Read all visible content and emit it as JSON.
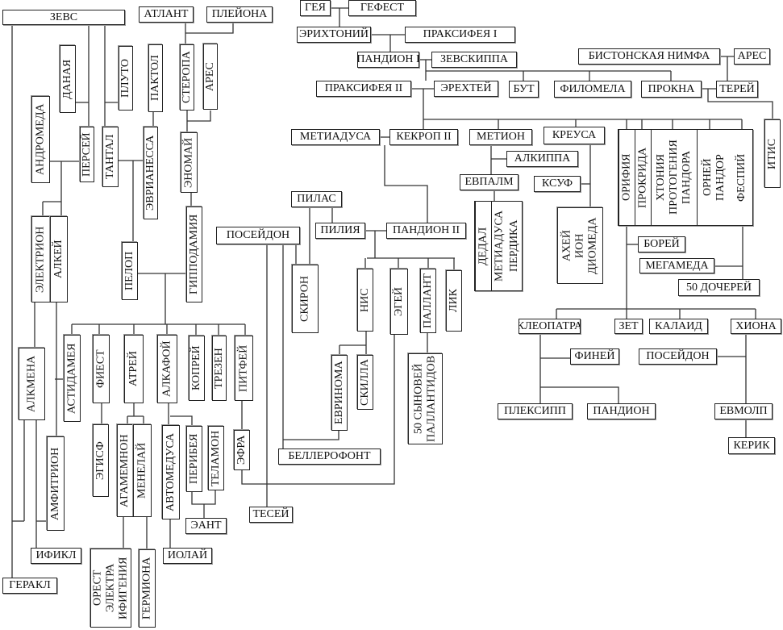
{
  "title": "Генеалогическое древо",
  "nodes": {
    "zevs": "ЗЕВС",
    "atlant": "АТЛАНТ",
    "pleiona": "ПЛЕЙОНА",
    "geya": "ГЕЯ",
    "gefest": "ГЕФЕСТ",
    "erihtoniy": "ЭРИХТОНИЙ",
    "praksifeya1": "ПРАКСИФЕЯ I",
    "pandion1": "ПАНДИОН I",
    "zevskippa": "ЗЕВСКИППА",
    "praksifeya2": "ПРАКСИФЕЯ II",
    "erehtey": "ЭРЕХТЕЙ",
    "but": "БУТ",
    "filomela": "ФИЛОМЕЛА",
    "prokna": "ПРОКНА",
    "terey": "ТЕРЕЙ",
    "bistonskaya": "БИСТОНСКАЯ НИМФА",
    "ares_r": "АРЕС",
    "itis": "ИТИС",
    "metiadusa": "МЕТИАДУСА",
    "kekrop2": "КЕКРОП II",
    "metion": "МЕТИОН",
    "kreusa": "КРЕУСА",
    "orifiya": "ОРИФИЯ",
    "prokrida": "ПРОКРИДА",
    "htoniya_group": [
      "ХТОНИЯ",
      "ПРОТОГЕНИЯ",
      "ПАНДОРА"
    ],
    "orney_group": [
      "ОРНЕЙ",
      "ПАНДОР"
    ],
    "fespiy": "ФЕСПИЙ",
    "alkippa": "АЛКИППА",
    "evpalm": "ЕВПАЛМ",
    "ksuf": "КСУФ",
    "dedal_group": [
      "ДЕДАЛ",
      "МЕТИАДУСА",
      "ПЕРДИКА"
    ],
    "ahey_group": [
      "АХЕЙ",
      "ИОН",
      "ДИОМЕДА"
    ],
    "borey": "БОРЕЙ",
    "megameda": "МЕГАМЕДА",
    "docherey": "50 ДОЧЕРЕЙ",
    "kleopatra": "КЛЕОПАТРА",
    "zet": "ЗЕТ",
    "kalaid": "КАЛАИД",
    "hiona": "ХИОНА",
    "finey": "ФИНЕЙ",
    "poseydon_r": "ПОСЕЙДОН",
    "pleksipp": "ПЛЕКСИПП",
    "pandion_r": "ПАНДИОН",
    "evmolp": "ЕВМОЛП",
    "kerik": "КЕРИК",
    "pilas": "ПИЛАС",
    "poseydon": "ПОСЕЙДОН",
    "piliya": "ПИЛИЯ",
    "pandion2": "ПАНДИОН II",
    "skiron": "СКИРОН",
    "nis": "НИС",
    "egey": "ЭГЕЙ",
    "pallant": "ПАЛЛАНТ",
    "lik": "ЛИК",
    "evrinoma": "ЕВРИНОМА",
    "skilla": "СКИЛЛА",
    "pallantidy": [
      "50 СЫНОВЕЙ",
      "ПАЛЛАНТИДОВ"
    ],
    "bellerofont": "БЕЛЛЕРОФОНТ",
    "tesey": "ТЕСЕЙ",
    "danaya": "ДАНАЯ",
    "pluto": "ПЛУТО",
    "paktol": "ПАКТОЛ",
    "steropa": "СТЕРОПА",
    "ares_l": "АРЕС",
    "andromeda": "АНДРОМЕДА",
    "persey": "ПЕРСЕЙ",
    "tantal": "ТАНТАЛ",
    "evrianessa": "ЭВРИАНЕССА",
    "enomay": "ЭНОМАЙ",
    "elektrion": "ЭЛЕКТРИОН",
    "alkey": "АЛКЕЙ",
    "gippodamiya": "ГИППОДАМИЯ",
    "pelop": "ПЕЛОП",
    "astidameya": "АСТИДАМЕЯ",
    "fiest": "ФИЕСТ",
    "atrey": "АТРЕЙ",
    "alkafoy": "АЛКАФОЙ",
    "kopre": "КОПРЕЙ",
    "trezen": "ТРЕЗЕН",
    "pitfey": "ПИТФЕЙ",
    "alkmena": "АЛКМЕНА",
    "amfitrion": "АМФИТРИОН",
    "egisf": "ЭГИСФ",
    "agamemnon": "АГАМЕМНОН",
    "menelay": "МЕНЕЛАЙ",
    "avtomedusa": "АВТОМЕДУСА",
    "peribeya": "ПЕРИБЕЯ",
    "telamon": "ТЕЛАМОН",
    "efra": "ЭФРА",
    "eant": "ЭАНТ",
    "ifikl": "ИФИКЛ",
    "iolay": "ИОЛАЙ",
    "gerakl": "ГЕРАКЛ",
    "orest_group": [
      "ОРЕСТ",
      "ЭЛЕКТРА",
      "ИФИГЕНИЯ"
    ],
    "germiona": "ГЕРМИОНА"
  }
}
